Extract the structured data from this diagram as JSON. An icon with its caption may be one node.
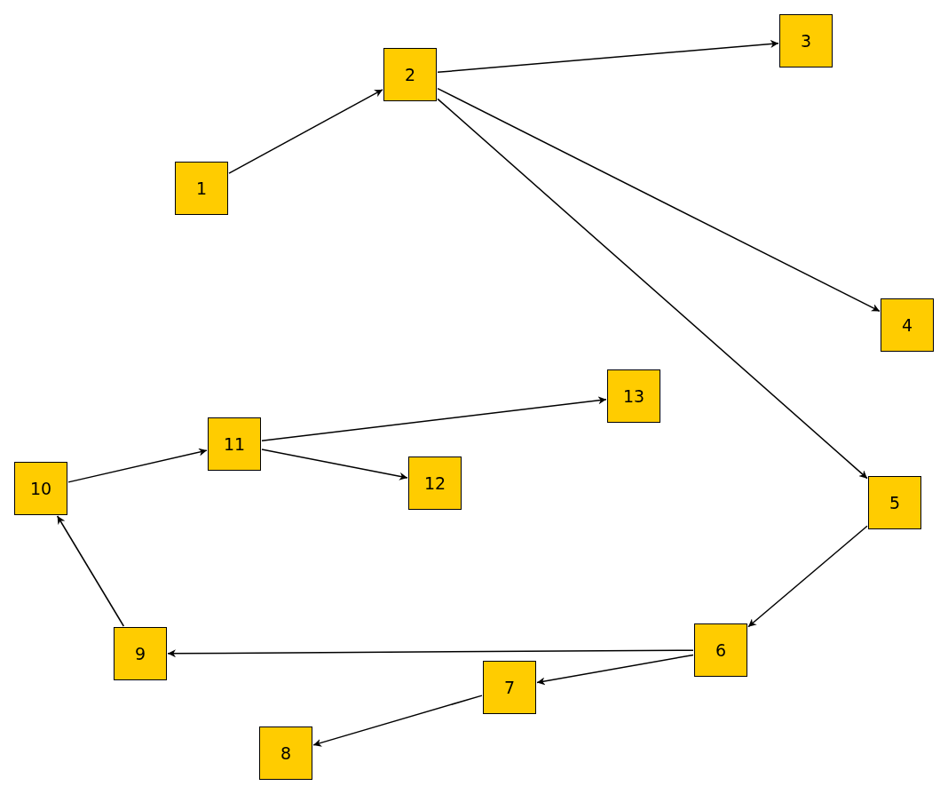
{
  "diagram": {
    "nodes": [
      {
        "text": [
          "1"
        ]
      },
      {
        "text": [
          "2"
        ]
      },
      {
        "text": [
          "3"
        ]
      },
      {
        "text": [
          "4"
        ]
      },
      {
        "text": [
          "5"
        ]
      },
      {
        "text": [
          "6"
        ]
      },
      {
        "text": [
          "7"
        ]
      },
      {
        "text": [
          "8"
        ]
      },
      {
        "text": [
          "9"
        ]
      },
      {
        "text": [
          "10"
        ]
      },
      {
        "text": [
          "11"
        ]
      },
      {
        "text": [
          "12"
        ]
      },
      {
        "text": [
          "13"
        ]
      }
    ],
    "edges": [
      {
        "from": 0,
        "to": 1,
        "arrow": "to"
      },
      {
        "from": 1,
        "to": 2,
        "arrow": "to"
      },
      {
        "from": 1,
        "to": 3,
        "arrow": "to"
      },
      {
        "from": 1,
        "to": 4,
        "arrow": "to"
      },
      {
        "from": 4,
        "to": 5,
        "arrow": "to"
      },
      {
        "from": 5,
        "to": 8,
        "arrow": "to"
      },
      {
        "from": 5,
        "to": 6,
        "arrow": "to"
      },
      {
        "from": 6,
        "to": 7,
        "arrow": "to"
      },
      {
        "from": 8,
        "to": 9,
        "arrow": "to"
      },
      {
        "from": 9,
        "to": 10,
        "arrow": "to"
      },
      {
        "from": 10,
        "to": 12,
        "arrow": "to"
      },
      {
        "from": 10,
        "to": 11,
        "arrow": "to"
      }
    ]
  }
}
